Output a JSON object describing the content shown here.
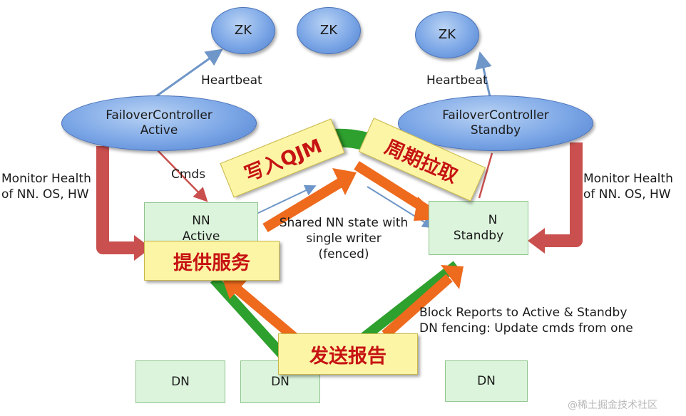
{
  "zk_nodes": [
    "ZK",
    "ZK",
    "ZK"
  ],
  "failover_active": {
    "line1": "FailoverController",
    "line2": "Active"
  },
  "failover_standby": {
    "line1": "FailoverController",
    "line2": "Standby"
  },
  "heartbeat_left": "Heartbeat",
  "heartbeat_right": "Heartbeat",
  "cmds": "Cmds",
  "monitor_left": {
    "line1": "Monitor Health",
    "line2": "of NN. OS, HW"
  },
  "monitor_right": {
    "line1": "Monitor Health",
    "line2": "of NN. OS, HW"
  },
  "nn_active": {
    "line1": "NN",
    "line2": "Active"
  },
  "nn_standby": {
    "line1": "N",
    "line2": "Standby"
  },
  "shared_state": {
    "line1": "Shared NN state with",
    "line2": "single writer",
    "line3": "(fenced)"
  },
  "block_reports": {
    "line1": "Block Reports to Active & Standby",
    "line2": "DN fencing: Update cmds from one"
  },
  "dn_nodes": [
    "DN",
    "DN",
    "DN"
  ],
  "tags": {
    "write_qjm": "写入QJM",
    "pull_periodic": "周期拉取",
    "provide_service": "提供服务",
    "send_report": "发送报告"
  },
  "watermark": "@稀土掘金技术社区",
  "colors": {
    "ellipse": "#7ba6e6",
    "box": "#dcf4dc",
    "tag_bg": "#fdf5a6",
    "tag_text": "#c61313",
    "orange_arrow": "#ee6a1d",
    "green_arrow": "#2ea02e",
    "red_arrow": "#c9504e",
    "blue_arrow": "#6f96c8"
  }
}
